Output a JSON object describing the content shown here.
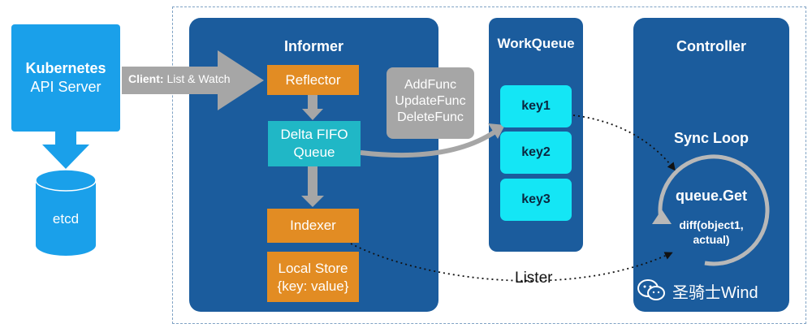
{
  "api_server": {
    "title": "Kubernetes",
    "subtitle": "API Server"
  },
  "etcd": {
    "label": "etcd"
  },
  "client_arrow": {
    "bold": "Client:",
    "text": "List & Watch"
  },
  "informer": {
    "title": "Informer",
    "reflector": "Reflector",
    "delta_fifo": [
      "Delta FIFO",
      "Queue"
    ],
    "indexer": "Indexer",
    "local_store": [
      "Local Store",
      "{key: value}"
    ]
  },
  "handlers": [
    "AddFunc",
    "UpdateFunc",
    "DeleteFunc"
  ],
  "workqueue": {
    "title": "WorkQueue",
    "keys": [
      "key1",
      "key2",
      "key3"
    ]
  },
  "controller": {
    "title": "Controller",
    "sync_loop": "Sync Loop",
    "queue_get": "queue.Get",
    "diff": [
      "diff(object1,",
      "actual)"
    ]
  },
  "lister_label": "Lister",
  "watermark": "圣骑士Wind",
  "colors": {
    "panel": "#1b5c9d",
    "api_server": "#1aa0ea",
    "orange": "#e28c23",
    "teal": "#20b7c6",
    "key": "#14e6f5",
    "arrow_gray": "#a6a6a6"
  },
  "icons": {
    "watermark": "wechat-icon"
  }
}
